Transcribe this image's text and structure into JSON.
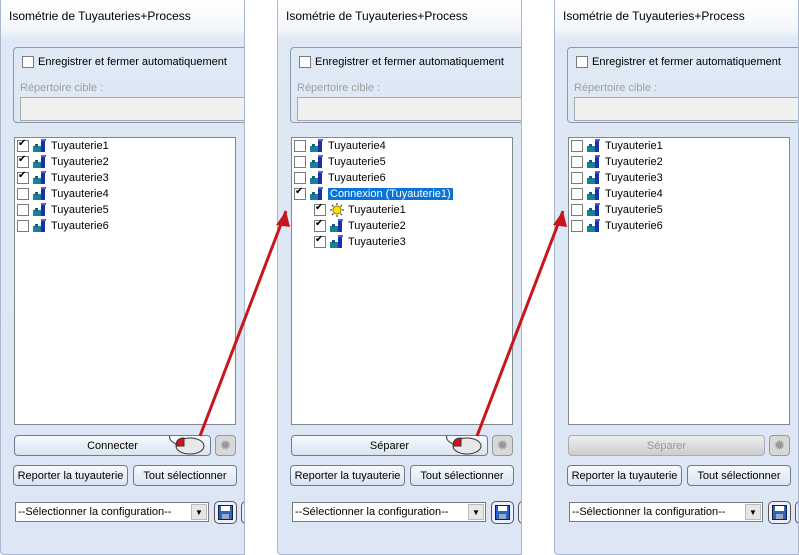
{
  "panels": [
    {
      "title": "Isométrie de Tuyauteries+Process",
      "auto_save_label": "Enregistrer et fermer automatiquement",
      "auto_save_checked": false,
      "target_dir_label": "Répertoire cible :",
      "target_dir_value": "",
      "items": [
        {
          "label": "Tuyauterie1",
          "checked": true,
          "icon": "pipe-icon"
        },
        {
          "label": "Tuyauterie2",
          "checked": true,
          "icon": "pipe-icon"
        },
        {
          "label": "Tuyauterie3",
          "checked": true,
          "icon": "pipe-icon"
        },
        {
          "label": "Tuyauterie4",
          "checked": false,
          "icon": "pipe-icon"
        },
        {
          "label": "Tuyauterie5",
          "checked": false,
          "icon": "pipe-icon"
        },
        {
          "label": "Tuyauterie6",
          "checked": false,
          "icon": "pipe-icon"
        }
      ],
      "action_label": "Connecter",
      "action_enabled": true,
      "report_label": "Reporter la tuyauterie",
      "select_all_label": "Tout sélectionner",
      "config_value": "--Sélectionner la configuration--"
    },
    {
      "title": "Isométrie de Tuyauteries+Process",
      "auto_save_label": "Enregistrer et fermer automatiquement",
      "auto_save_checked": false,
      "target_dir_label": "Répertoire cible :",
      "target_dir_value": "",
      "items": [
        {
          "label": "Tuyauterie4",
          "checked": false,
          "icon": "pipe-icon"
        },
        {
          "label": "Tuyauterie5",
          "checked": false,
          "icon": "pipe-icon"
        },
        {
          "label": "Tuyauterie6",
          "checked": false,
          "icon": "pipe-icon"
        },
        {
          "label": "Connexion (Tuyauterie1)",
          "checked": true,
          "icon": "pipe-icon",
          "selected": true
        },
        {
          "label": "Tuyauterie1",
          "checked": true,
          "icon": "sun-icon",
          "child": true
        },
        {
          "label": "Tuyauterie2",
          "checked": true,
          "icon": "pipe-icon",
          "child": true
        },
        {
          "label": "Tuyauterie3",
          "checked": true,
          "icon": "pipe-icon",
          "child": true
        }
      ],
      "action_label": "Séparer",
      "action_enabled": true,
      "report_label": "Reporter la tuyauterie",
      "select_all_label": "Tout sélectionner",
      "config_value": "--Sélectionner la configuration--"
    },
    {
      "title": "Isométrie de Tuyauteries+Process",
      "auto_save_label": "Enregistrer et fermer automatiquement",
      "auto_save_checked": false,
      "target_dir_label": "Répertoire cible :",
      "target_dir_value": "",
      "items": [
        {
          "label": "Tuyauterie1",
          "checked": false,
          "icon": "pipe-icon"
        },
        {
          "label": "Tuyauterie2",
          "checked": false,
          "icon": "pipe-icon"
        },
        {
          "label": "Tuyauterie3",
          "checked": false,
          "icon": "pipe-icon"
        },
        {
          "label": "Tuyauterie4",
          "checked": false,
          "icon": "pipe-icon"
        },
        {
          "label": "Tuyauterie5",
          "checked": false,
          "icon": "pipe-icon"
        },
        {
          "label": "Tuyauterie6",
          "checked": false,
          "icon": "pipe-icon"
        }
      ],
      "action_label": "Séparer",
      "action_enabled": false,
      "report_label": "Reporter la tuyauterie",
      "select_all_label": "Tout sélectionner",
      "config_value": "--Sélectionner la configuration--"
    }
  ],
  "colors": {
    "arrow": "#c8161d",
    "selection": "#0a74d6"
  }
}
